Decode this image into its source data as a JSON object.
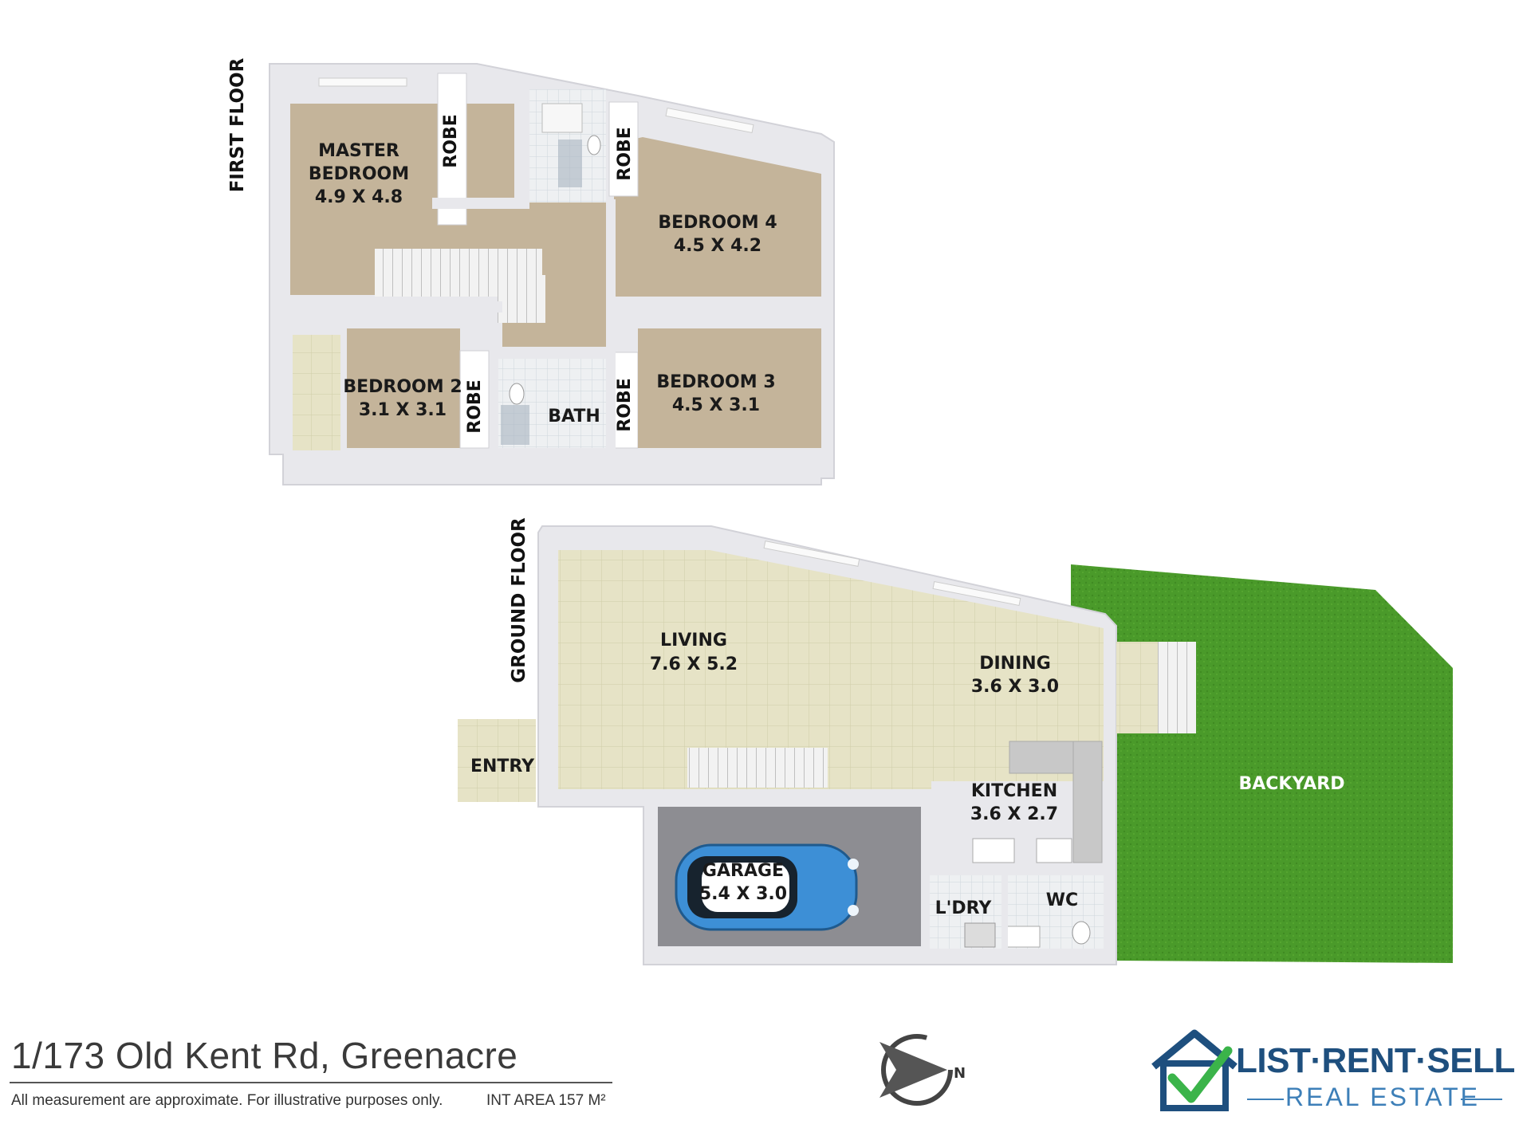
{
  "floors": {
    "first": "FIRST FLOOR",
    "ground": "GROUND FLOOR"
  },
  "rooms": {
    "master_name1": "MASTER",
    "master_name2": "BEDROOM",
    "master_size": "4.9 X 4.8",
    "robe": "ROBE",
    "bed4_name": "BEDROOM 4",
    "bed4_size": "4.5 X 4.2",
    "bed2_name": "BEDROOM 2",
    "bed2_size": "3.1 X 3.1",
    "bath": "BATH",
    "bed3_name": "BEDROOM 3",
    "bed3_size": "4.5 X 3.1",
    "living_name": "LIVING",
    "living_size": "7.6 X 5.2",
    "dining_name": "DINING",
    "dining_size": "3.6 X 3.0",
    "entry": "ENTRY",
    "kitchen_name": "KITCHEN",
    "kitchen_size": "3.6 X 2.7",
    "garage_name": "GARAGE",
    "garage_size": "5.4 X 3.0",
    "laundry": "L'DRY",
    "wc": "WC",
    "backyard": "BACKYARD"
  },
  "compass_letter": "N",
  "footer": {
    "address": "1/173 Old Kent Rd, Greenacre",
    "disclaimer": "All measurement are approximate. For illustrative purposes only.",
    "area": "INT AREA 157 M²"
  },
  "brand": {
    "line1": "LIST·RENT·SELL",
    "line2": "REAL ESTATE"
  },
  "colors": {
    "carpet": "#c4b49a",
    "tile": "#e6e3c6",
    "wall": "#e8e8ec",
    "lawn": "#4a9a2a",
    "garage_floor": "#8d8d92",
    "car": "#3d8fd6",
    "brand_dark": "#1e4f7e",
    "brand_light": "#3d7fb8",
    "brand_check": "#3bb44a"
  }
}
